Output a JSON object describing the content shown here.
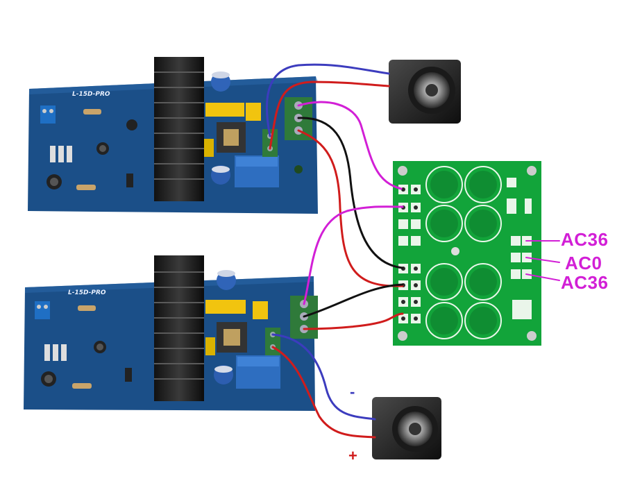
{
  "colors": {
    "wire_blue": "#3c3cbe",
    "wire_red": "#d01c1c",
    "wire_black": "#111111",
    "wire_magenta": "#d21fd6",
    "amp_pcb": "#1b4f88",
    "psu_pcb": "#12a43a",
    "label_magenta": "#d21fd6",
    "label_red": "#d01c1c"
  },
  "amp_boards": [
    {
      "model_label": "L-15D-PRO"
    },
    {
      "model_label": "L-15D-PRO"
    }
  ],
  "power_board": {
    "terminals": [
      {
        "label": "AC36"
      },
      {
        "label": "AC0"
      },
      {
        "label": "AC36"
      }
    ]
  },
  "speakers": [
    {
      "name": "speaker-top"
    },
    {
      "name": "speaker-bottom"
    }
  ],
  "polarity": {
    "minus": "-",
    "plus": "+"
  }
}
